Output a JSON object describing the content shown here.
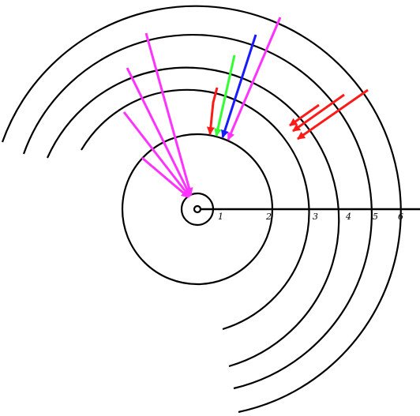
{
  "diagram": {
    "axis_labels": [
      "1",
      "2",
      "3",
      "4",
      "5",
      "6"
    ],
    "colors": {
      "ink": "#000000",
      "magenta": "#ff33ff",
      "green": "#33ff33",
      "blue": "#1a1aff",
      "red": "#ff1a1a"
    }
  }
}
